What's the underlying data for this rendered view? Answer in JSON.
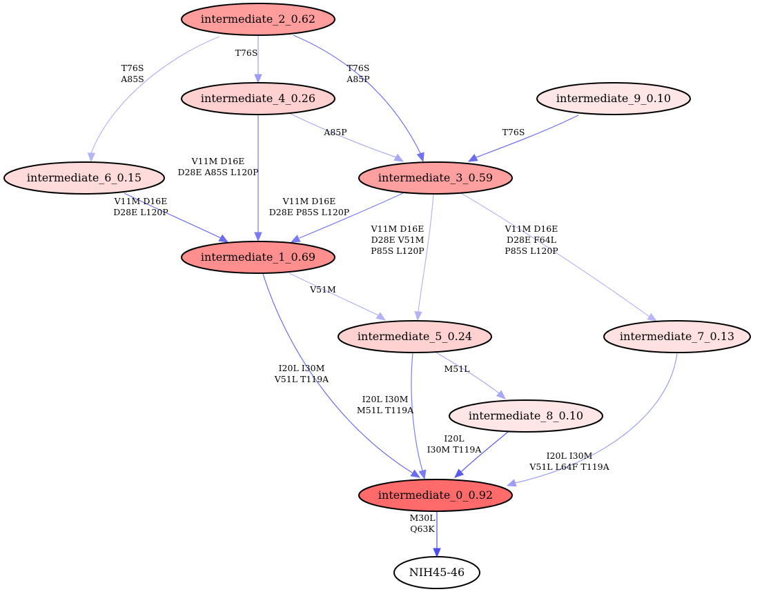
{
  "nodes": [
    {
      "id": "n2",
      "label": "intermediate_2_0.62",
      "fill": "#ff9d9d"
    },
    {
      "id": "n4",
      "label": "intermediate_4_0.26",
      "fill": "#ffd0d0"
    },
    {
      "id": "n9",
      "label": "intermediate_9_0.10",
      "fill": "#ffe6e6"
    },
    {
      "id": "n6",
      "label": "intermediate_6_0.15",
      "fill": "#ffdbdb"
    },
    {
      "id": "n3",
      "label": "intermediate_3_0.59",
      "fill": "#ffa0a0"
    },
    {
      "id": "n1",
      "label": "intermediate_1_0.69",
      "fill": "#ff8f8f"
    },
    {
      "id": "n5",
      "label": "intermediate_5_0.24",
      "fill": "#ffd2d2"
    },
    {
      "id": "n7",
      "label": "intermediate_7_0.13",
      "fill": "#ffe1e1"
    },
    {
      "id": "n8",
      "label": "intermediate_8_0.10",
      "fill": "#ffe6e6"
    },
    {
      "id": "n0",
      "label": "intermediate_0_0.92",
      "fill": "#ff6b6b"
    },
    {
      "id": "nih",
      "label": "NIH45-46",
      "fill": "#ffffff"
    }
  ],
  "edges": [
    {
      "from": "n2",
      "to": "n6",
      "lines": [
        "T76S",
        "A85S"
      ],
      "color": "#b3b3f5"
    },
    {
      "from": "n2",
      "to": "n4",
      "lines": [
        "T76S"
      ],
      "color": "#9d9df5"
    },
    {
      "from": "n2",
      "to": "n3",
      "lines": [
        "T76S",
        "A85P"
      ],
      "color": "#7070f0"
    },
    {
      "from": "n4",
      "to": "n3",
      "lines": [
        "A85P"
      ],
      "color": "#a8a8f5"
    },
    {
      "from": "n4",
      "to": "n1",
      "lines": [
        "V11M D16E",
        "D28E A85S L120P"
      ],
      "color": "#7a7af2"
    },
    {
      "from": "n9",
      "to": "n3",
      "lines": [
        "T76S"
      ],
      "color": "#6c6cf0"
    },
    {
      "from": "n6",
      "to": "n1",
      "lines": [
        "V11M D16E",
        "D28E L120P"
      ],
      "color": "#6c6cf0"
    },
    {
      "from": "n3",
      "to": "n1",
      "lines": [
        "V11M D16E",
        "D28E P85S L120P"
      ],
      "color": "#7a7af2"
    },
    {
      "from": "n3",
      "to": "n5",
      "lines": [
        "V11M D16E",
        "D28E V51M",
        "P85S L120P"
      ],
      "color": "#b3b3f5"
    },
    {
      "from": "n3",
      "to": "n7",
      "lines": [
        "V11M D16E",
        "D28E F64L",
        "P85S L120P"
      ],
      "color": "#b8b8f6"
    },
    {
      "from": "n1",
      "to": "n5",
      "lines": [
        "V51M"
      ],
      "color": "#b3b3f5"
    },
    {
      "from": "n1",
      "to": "n0",
      "lines": [
        "I20L I30M",
        "V51L T119A"
      ],
      "color": "#6c6cf0"
    },
    {
      "from": "n5",
      "to": "n8",
      "lines": [
        "M51L"
      ],
      "color": "#a8a8f5"
    },
    {
      "from": "n5",
      "to": "n0",
      "lines": [
        "I20L I30M",
        "M51L T119A"
      ],
      "color": "#7a7af2"
    },
    {
      "from": "n8",
      "to": "n0",
      "lines": [
        "I20L",
        "I30M T119A"
      ],
      "color": "#5a5aee"
    },
    {
      "from": "n7",
      "to": "n0",
      "lines": [
        "I20L I30M",
        "V51L L64F T119A"
      ],
      "color": "#9d9df5"
    },
    {
      "from": "n0",
      "to": "nih",
      "lines": [
        "M30L",
        "Q63K"
      ],
      "color": "#4d4dee"
    }
  ]
}
